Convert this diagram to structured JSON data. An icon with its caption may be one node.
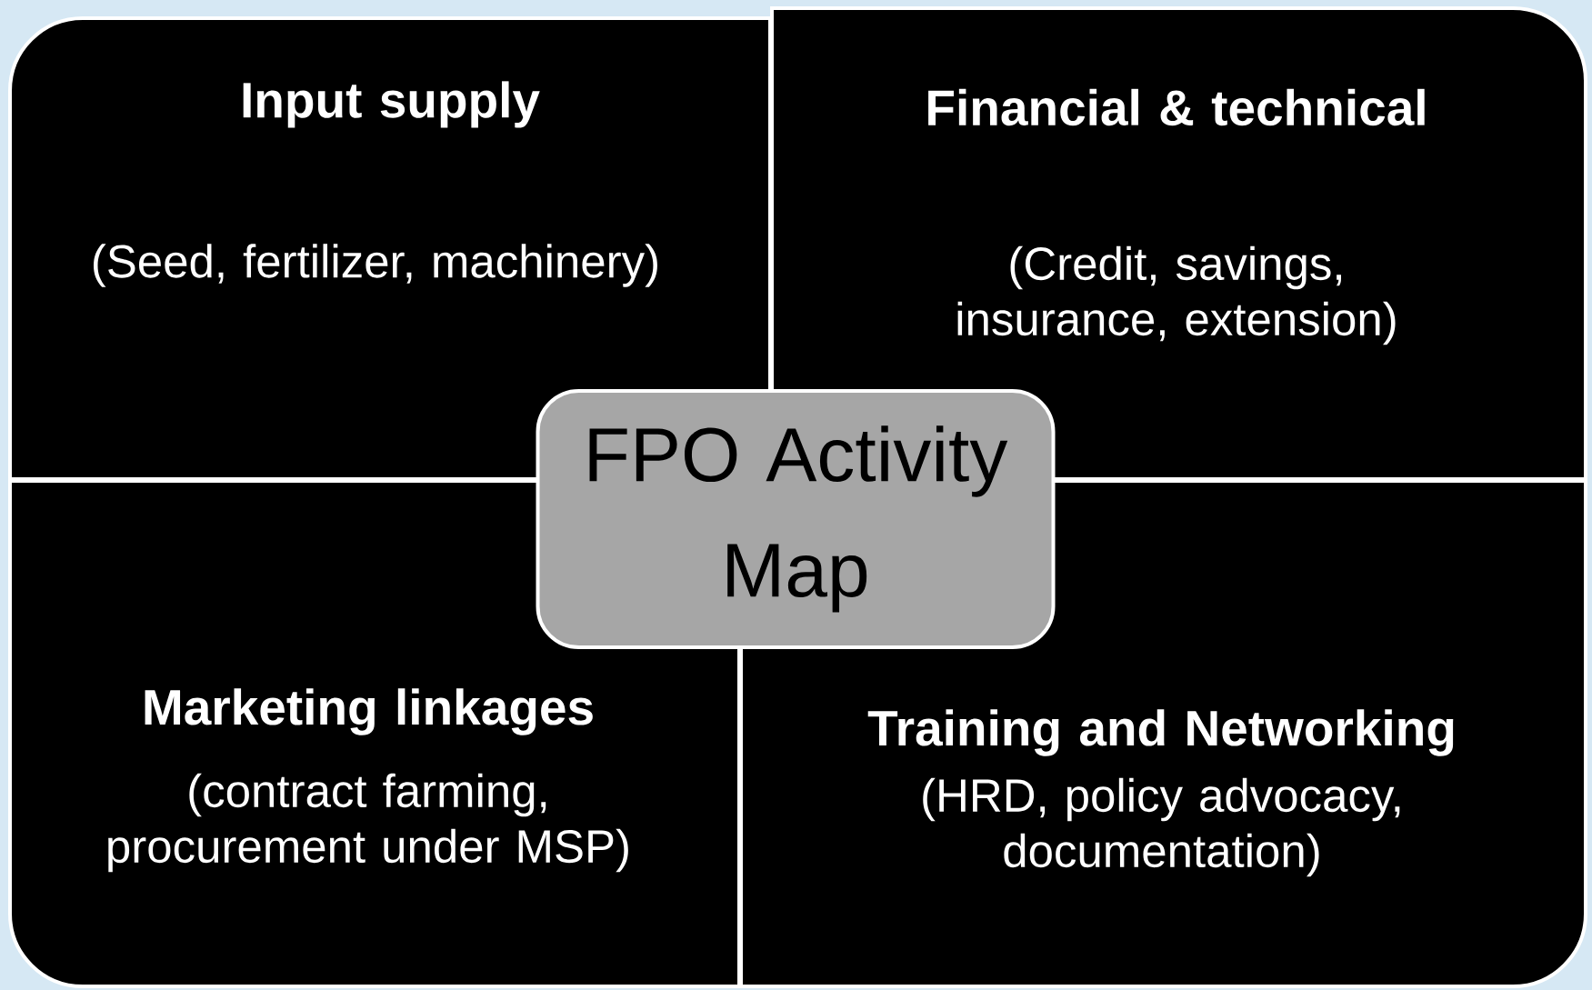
{
  "diagram": {
    "nodes": [
      {
        "text": [
          "Input supply",
          "(Seed, fertilizer, machinery)"
        ]
      },
      {
        "text": [
          "Financial & technical",
          "(Credit, savings, insurance, extension)"
        ]
      },
      {
        "text": [
          "FPO Activity Map"
        ]
      },
      {
        "text": [
          "Marketing linkages",
          "(contract farming, procurement under MSP)"
        ]
      },
      {
        "text": [
          "Training and Networking",
          "(HRD, policy advocacy, documentation)"
        ]
      }
    ]
  }
}
